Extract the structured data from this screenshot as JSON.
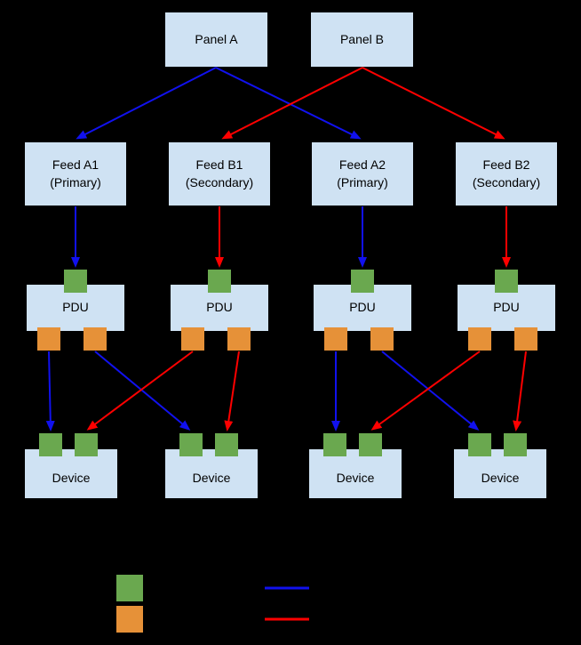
{
  "colors": {
    "background": "#000000",
    "box_fill": "#cfe2f3",
    "box_text": "#000000",
    "green": "#6aa84f",
    "orange": "#e69138",
    "primary_line": "#1111ee",
    "secondary_line": "#ff0000"
  },
  "panels": [
    {
      "label": "Panel A"
    },
    {
      "label": "Panel B"
    }
  ],
  "feeds": [
    {
      "line1": "Feed A1",
      "line2": "(Primary)"
    },
    {
      "line1": "Feed B1",
      "line2": "(Secondary)"
    },
    {
      "line1": "Feed A2",
      "line2": "(Primary)"
    },
    {
      "line1": "Feed B2",
      "line2": "(Secondary)"
    }
  ],
  "pdus": [
    {
      "label": "PDU"
    },
    {
      "label": "PDU"
    },
    {
      "label": "PDU"
    },
    {
      "label": "PDU"
    }
  ],
  "devices": [
    {
      "label": "Device"
    },
    {
      "label": "Device"
    },
    {
      "label": "Device"
    },
    {
      "label": "Device"
    }
  ],
  "legend": {
    "swatches": [
      {
        "icon": "green-square"
      },
      {
        "icon": "orange-square"
      },
      {
        "icon": "blue-line"
      },
      {
        "icon": "red-line"
      }
    ]
  }
}
